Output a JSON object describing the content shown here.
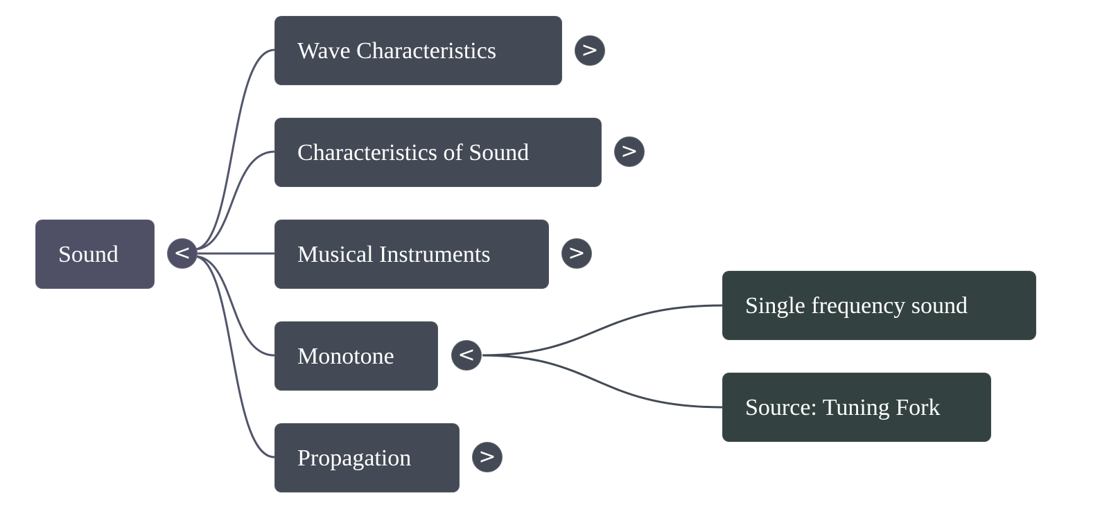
{
  "mindmap": {
    "root": {
      "label": "Sound",
      "toggle": "<",
      "expanded": true
    },
    "children": [
      {
        "label": "Wave Characteristics",
        "toggle": ">",
        "expanded": false
      },
      {
        "label": "Characteristics of Sound",
        "toggle": ">",
        "expanded": false
      },
      {
        "label": "Musical Instruments",
        "toggle": ">",
        "expanded": false
      },
      {
        "label": "Monotone",
        "toggle": "<",
        "expanded": true,
        "children": [
          {
            "label": "Single frequency sound"
          },
          {
            "label": "Source: Tuning Fork"
          }
        ]
      },
      {
        "label": "Propagation",
        "toggle": ">",
        "expanded": false
      }
    ]
  },
  "colors": {
    "root_node": "#4f5066",
    "level1_node": "#434a55",
    "level2_node": "#334240",
    "root_edge": "#52566b",
    "level1_edge": "#434a55"
  }
}
